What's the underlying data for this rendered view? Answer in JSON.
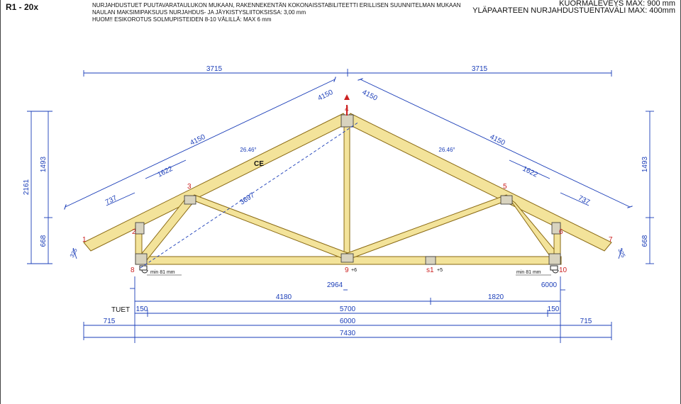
{
  "header": {
    "title": "R1 - 20x",
    "notes": [
      "NURJAHDUSTUET PUUTAVARATAULUKON MUKAAN, RAKENNEKENTÄN KOKONAISSTABILITEETTI  ERILLISEN SUUNNITELMAN MUKAAN",
      "NAULAN MAKSIMIPAKSUUS NURJAHDUS- JA JÄYKISTYSLIITOKSISSA: 3,00 mm",
      "HUOM!! ESIKOROTUS SOLMUPISTEIDEN 8-10 VÄLILLÄ: MAX 6 mm"
    ],
    "right_notes": [
      "KUORMALEVEYS MAX: 900 mm",
      "YLÄPAARTEEN NURJAHDUSTUENTAVÄLI MAX: 400mm"
    ]
  },
  "diagram": {
    "top_dims": [
      "3715",
      "3715"
    ],
    "rafter_dims": [
      "4150",
      "4150"
    ],
    "apex_dims": [
      "4150",
      "4150"
    ],
    "panel_dims": [
      "1622",
      "1622"
    ],
    "eave_dims": [
      "737",
      "737"
    ],
    "overhang_dims": [
      "325",
      "325"
    ],
    "web_dim": "3697",
    "angle_labels": [
      "26.46°",
      "26.46°"
    ],
    "ce_mark": "CE",
    "left_heights": [
      "2161",
      "1493",
      "668"
    ],
    "right_heights": [
      "1493",
      "668"
    ],
    "nodes": [
      "1",
      "2",
      "3",
      "4",
      "5",
      "6",
      "7",
      "8",
      "9",
      "10",
      "s1"
    ],
    "node_suffix": [
      "+6",
      "+5"
    ],
    "min_bearing": [
      "min 81 mm",
      "min 81 mm"
    ],
    "point_dims": [
      "2964",
      "6000"
    ],
    "span_row": [
      "4180",
      "1820"
    ],
    "supports_label": "TUET",
    "support_row": [
      "150",
      "5700",
      "150"
    ],
    "overall_row": [
      "715",
      "6000",
      "715"
    ],
    "total": "7430",
    "colors": {
      "timber": "#f3e39a",
      "timber_edge": "#8a6a14",
      "dimension": "#1a3db8",
      "node": "#cc2020"
    }
  }
}
